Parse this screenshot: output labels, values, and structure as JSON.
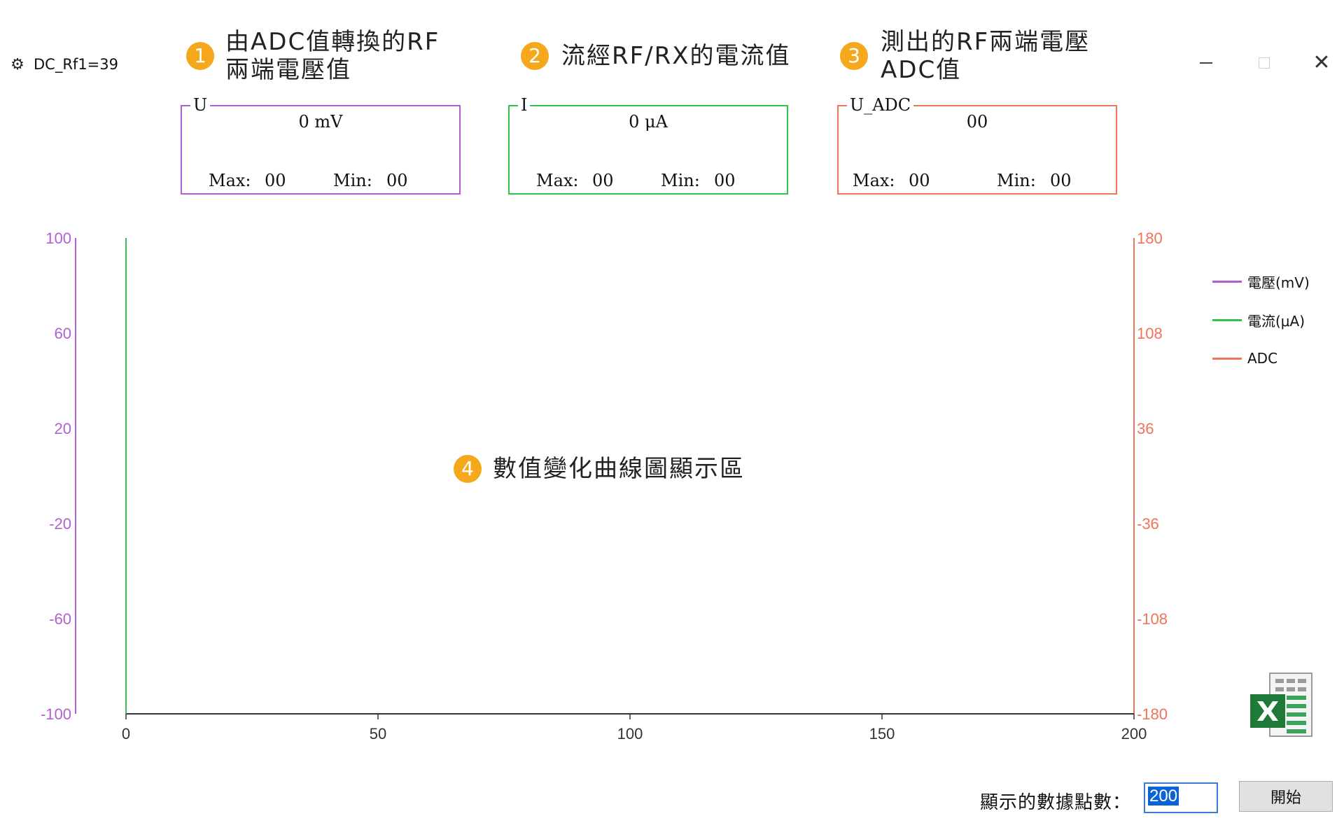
{
  "window": {
    "title": "DC_Rf1=39",
    "app_icon": "gear-icon",
    "minimize_icon": "minimize-icon",
    "maximize_icon": "maximize-icon",
    "close_icon": "close-icon",
    "close_glyph": "✕"
  },
  "callouts": [
    {
      "number": "1",
      "text": "由ADC值轉換的RF\n兩端電壓值"
    },
    {
      "number": "2",
      "text": "流經RF/RX的電流值"
    },
    {
      "number": "3",
      "text": "測出的RF兩端電壓\nADC值"
    },
    {
      "number": "4",
      "text": "數值變化曲線圖顯示區"
    }
  ],
  "groups": {
    "voltage": {
      "legend": "U",
      "value": "0 mV",
      "max_label": "Max:",
      "max_value": "00",
      "min_label": "Min:",
      "min_value": "00",
      "color": "#b35fd4"
    },
    "current": {
      "legend": "I",
      "value": "0 μA",
      "max_label": "Max:",
      "max_value": "00",
      "min_label": "Min:",
      "min_value": "00",
      "color": "#33c24a"
    },
    "adc": {
      "legend": "U_ADC",
      "value": "00",
      "max_label": "Max:",
      "max_value": "00",
      "min_label": "Min:",
      "min_value": "00",
      "color": "#f0735a"
    }
  },
  "chart_data": {
    "type": "line",
    "x_ticks": [
      "0",
      "50",
      "100",
      "150",
      "200"
    ],
    "xlim": [
      0,
      200
    ],
    "left_axis": {
      "ticks": [
        "100",
        "60",
        "20",
        "-20",
        "-60",
        "-100"
      ],
      "ylim": [
        -100,
        100
      ],
      "color": "#b35fd4"
    },
    "right_axis": {
      "ticks": [
        "180",
        "108",
        "36",
        "-36",
        "-108",
        "-180"
      ],
      "ylim": [
        -180,
        180
      ],
      "color": "#f0735a"
    },
    "series": [
      {
        "name": "電壓(mV)",
        "color": "#b35fd4",
        "values": []
      },
      {
        "name": "電流(μA)",
        "color": "#33c24a",
        "values": []
      },
      {
        "name": "ADC",
        "color": "#f0735a",
        "values": []
      }
    ],
    "current_marker_x": 0,
    "current_marker_color": "#33c24a",
    "legend_position": "right"
  },
  "export": {
    "icon": "excel-icon"
  },
  "controls": {
    "points_label": "顯示的數據點數：",
    "points_value": "200",
    "start_label": "開始"
  }
}
